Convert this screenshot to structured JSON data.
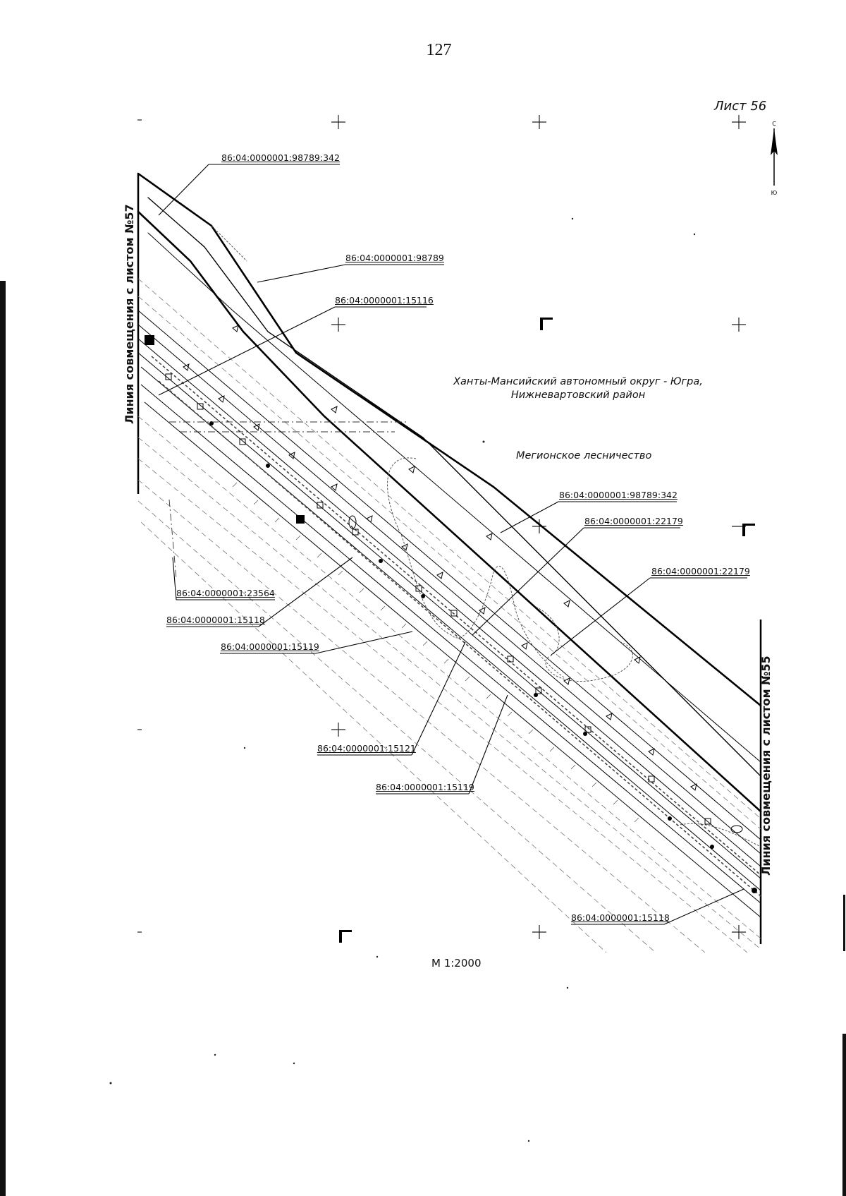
{
  "page": {
    "number": "127",
    "sheet": "Лист 56",
    "scale": "М 1:2000"
  },
  "regions": {
    "okrug": "Ханты-Мансийский автономный округ - Югра,",
    "district": "Нижневартовский район",
    "forestry": "Мегионское лесничество"
  },
  "match_lines": {
    "left": "Линия совмещения с листом №57",
    "right": "Линия совмещения с листом №55"
  },
  "cadastral_labels": {
    "top_a": "86:04:0000001:98789:342",
    "top_b": "86:04:0000001:98789",
    "top_c": "86:04:0000001:15116",
    "mid_a": "86:04:0000001:98789:342",
    "mid_b": "86:04:0000001:22179",
    "mid_c": "86:04:0000001:22179",
    "left_a": "86:04:0000001:23564",
    "left_b": "86:04:0000001:15118",
    "left_c": "86:04:0000001:15119",
    "bottom_a": "86:04:0000001:15121",
    "bottom_b": "86:04:0000001:15119",
    "bottom_c": "86:04:0000001:15118"
  },
  "north_arrow": {
    "top_letter": "С",
    "bottom_letter": "Ю"
  }
}
